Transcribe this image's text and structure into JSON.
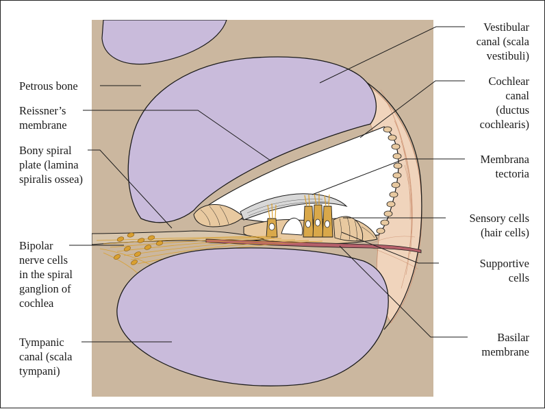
{
  "figure": {
    "colors": {
      "bone": "#cbb79f",
      "scala": "#c9bbdb",
      "ligament": "#f0d4bc",
      "cells": "#e8c9a0",
      "nerve": "#d9a030",
      "outline": "#1a1a1a"
    },
    "labels": {
      "petrous": [
        "Petrous bone"
      ],
      "reissner": [
        "Reissner’s",
        "membrane"
      ],
      "bony_plate": [
        "Bony spiral",
        "plate (lamina",
        "spiralis ossea)"
      ],
      "bipolar": [
        "Bipolar",
        "nerve cells",
        "in the spiral",
        "ganglion of",
        "cochlea"
      ],
      "tympanic": [
        "Tympanic",
        "canal (scala",
        "tympani)"
      ],
      "vestibular": [
        "Vestibular",
        "canal (scala",
        "vestibuli)"
      ],
      "cochlear": [
        "Cochlear",
        "canal",
        "(ductus",
        "cochlearis)"
      ],
      "tectoria": [
        "Membrana",
        "tectoria"
      ],
      "sensory": [
        "Sensory cells",
        "(hair cells)"
      ],
      "supportive": [
        "Supportive",
        "cells"
      ],
      "basilar": [
        "Basilar",
        "membrane"
      ]
    }
  }
}
